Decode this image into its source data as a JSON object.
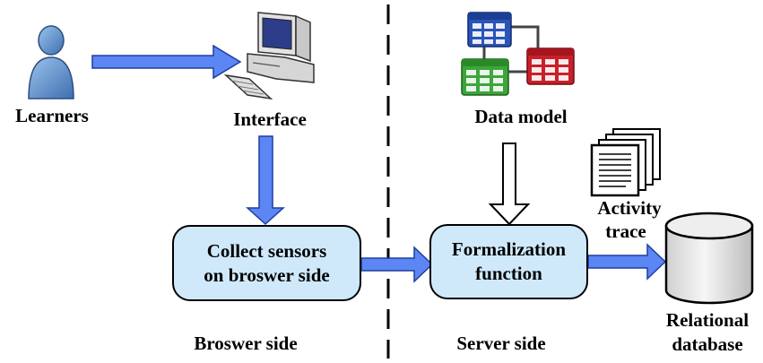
{
  "labels": {
    "learners": "Learners",
    "interface": "Interface",
    "data_model": "Data model",
    "activity_trace_line1": "Activity",
    "activity_trace_line2": "trace",
    "relational_db_line1": "Relational",
    "relational_db_line2": "database",
    "browser_side": "Broswer side",
    "server_side": "Server side"
  },
  "boxes": {
    "collect_line1": "Collect sensors",
    "collect_line2": "on broswer side",
    "formalization_line1": "Formalization",
    "formalization_line2": "function"
  },
  "colors": {
    "arrow_fill": "#5b86f3",
    "box_fill": "#cfe9fb",
    "person": "#5b90cc",
    "table_blue": "#2b54b8",
    "table_green": "#3ca63a",
    "table_red": "#c8202a"
  }
}
